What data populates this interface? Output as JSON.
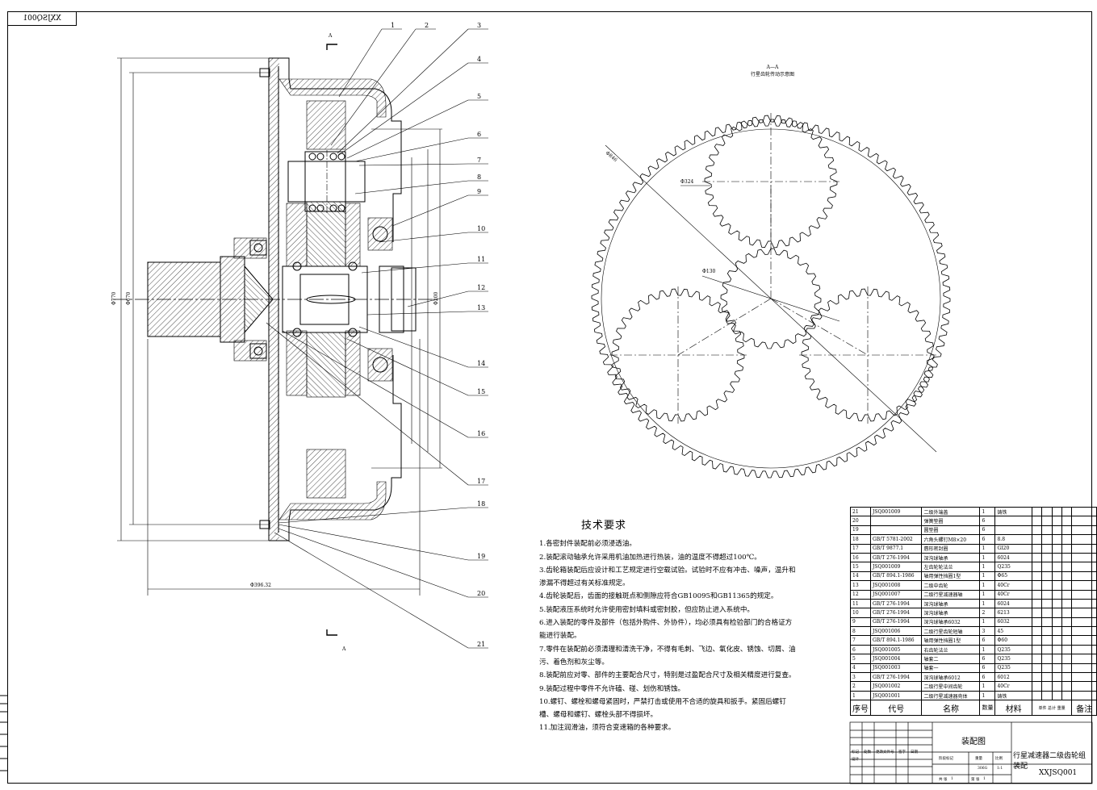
{
  "drawing_code_tab": "XXJSQ001",
  "gear_view_title": "行星齿轮传动示意图",
  "gear_view_label": "A—A",
  "gear_view_dims": [
    "Φ846",
    "Φ324",
    "Φ130"
  ],
  "section_dims": [
    "Φ770",
    "Φ670",
    "Φ396.32",
    "Φ200"
  ],
  "balloons": [
    "1",
    "2",
    "3",
    "4",
    "5",
    "6",
    "7",
    "8",
    "9",
    "10",
    "11",
    "12",
    "13",
    "14",
    "15",
    "16",
    "17",
    "18",
    "19",
    "20",
    "21"
  ],
  "section_marks": {
    "top": "A",
    "bottom": "A"
  },
  "tech_requirements": {
    "title": "技术要求",
    "items": [
      "1.各密封件装配前必须浸透油。",
      "2.装配滚动轴承允许采用机油加热进行热装，油的温度不得超过100℃。",
      "3.齿轮箱装配后应设计和工艺规定进行空载试验。试验时不应有冲击、噪声，温升和渗漏不得超过有关标准规定。",
      "4.齿轮装配后，齿面的接触斑点和侧隙应符合GB10095和GB11365的规定。",
      "5.装配液压系统时允许使用密封填料或密封胶，但应防止进入系统中。",
      "6.进入装配的零件及部件（包括外购件、外协件），均必须具有检验部门的合格证方能进行装配。",
      "7.零件在装配前必须清理和清洗干净，不得有毛刺、飞边、氧化皮、锈蚀、切屑、油污、着色剂和灰尘等。",
      "8.装配前应对零、部件的主要配合尺寸，特别是过盈配合尺寸及相关精度进行复查。",
      "9.装配过程中零件不允许磕、碰、划伤和锈蚀。",
      "10.螺钉、螺栓和螺母紧固时，严禁打击或使用不合适的旋具和扳手。紧固后螺钉槽、螺母和螺钉、螺栓头部不得损坏。",
      "11.加注润滑油，须符合变速箱的各种要求。"
    ]
  },
  "bom": {
    "header": [
      "序号",
      "代号",
      "名称",
      "数量",
      "材料",
      "单件 总计 重量",
      "备注"
    ],
    "rows": [
      [
        "21",
        "JSQ001009",
        "二级外端盖",
        "1",
        "铸铁"
      ],
      [
        "20",
        "",
        "弹簧垫圈",
        "6",
        ""
      ],
      [
        "19",
        "",
        "圆垫圈",
        "6",
        ""
      ],
      [
        "18",
        "GB/T 5781-2002",
        "六角头螺钉M8×20",
        "6",
        "8.8"
      ],
      [
        "17",
        "GB/T 9877.1",
        "唇形密封圈",
        "1",
        "GI20"
      ],
      [
        "16",
        "GB/T 276-1994",
        "深沟球轴承",
        "1",
        "6024"
      ],
      [
        "15",
        "JSQ001009",
        "左齿轮轮法兰",
        "1",
        "Q235"
      ],
      [
        "14",
        "GB/T 894.1-1986",
        "轴用弹性挡圈1型",
        "1",
        "Φ65"
      ],
      [
        "13",
        "JSQ001008",
        "二级中齿轮",
        "1",
        "40Cr"
      ],
      [
        "12",
        "JSQ001007",
        "二级行星减速器轴",
        "1",
        "40Cr"
      ],
      [
        "11",
        "GB/T 276-1994",
        "深沟球轴承",
        "1",
        "6024"
      ],
      [
        "10",
        "GB/T 276-1994",
        "深沟球轴承",
        "2",
        "6213"
      ],
      [
        "9",
        "GB/T 276-1994",
        "深沟球轴承6032",
        "1",
        "6032"
      ],
      [
        "8",
        "JSQ001006",
        "二级行星齿轮短轴",
        "3",
        "45"
      ],
      [
        "7",
        "GB/T 894.1-1986",
        "轴用弹性挡圈1型",
        "6",
        "Φ60"
      ],
      [
        "6",
        "JSQ001005",
        "右齿轮法兰",
        "1",
        "Q235"
      ],
      [
        "5",
        "JSQ001004",
        "轴套二",
        "6",
        "Q235"
      ],
      [
        "4",
        "JSQ001003",
        "轴套一",
        "6",
        "Q235"
      ],
      [
        "3",
        "GB/T 276-1994",
        "深沟球轴承6012",
        "6",
        "6012"
      ],
      [
        "2",
        "JSQ001002",
        "二级行星中间齿轮",
        "1",
        "40Cr"
      ],
      [
        "1",
        "JSQ001001",
        "二级行星减速器壳体",
        "1",
        "铸铁"
      ]
    ]
  },
  "title_block": {
    "drawing_type": "装配图",
    "name": "行星减速器二级齿轮组装配",
    "code": "XXJSQ001",
    "small_labels": [
      "标记",
      "处数",
      "更改文件号",
      "签字",
      "日期",
      "设计",
      "阶段标记",
      "重量",
      "比例",
      "共 张",
      "第 张"
    ],
    "weight": "306G",
    "scale": "1:1",
    "sheet_total": "1",
    "sheet_no": "1"
  },
  "colors": {
    "line": "#000000",
    "background": "#ffffff"
  }
}
